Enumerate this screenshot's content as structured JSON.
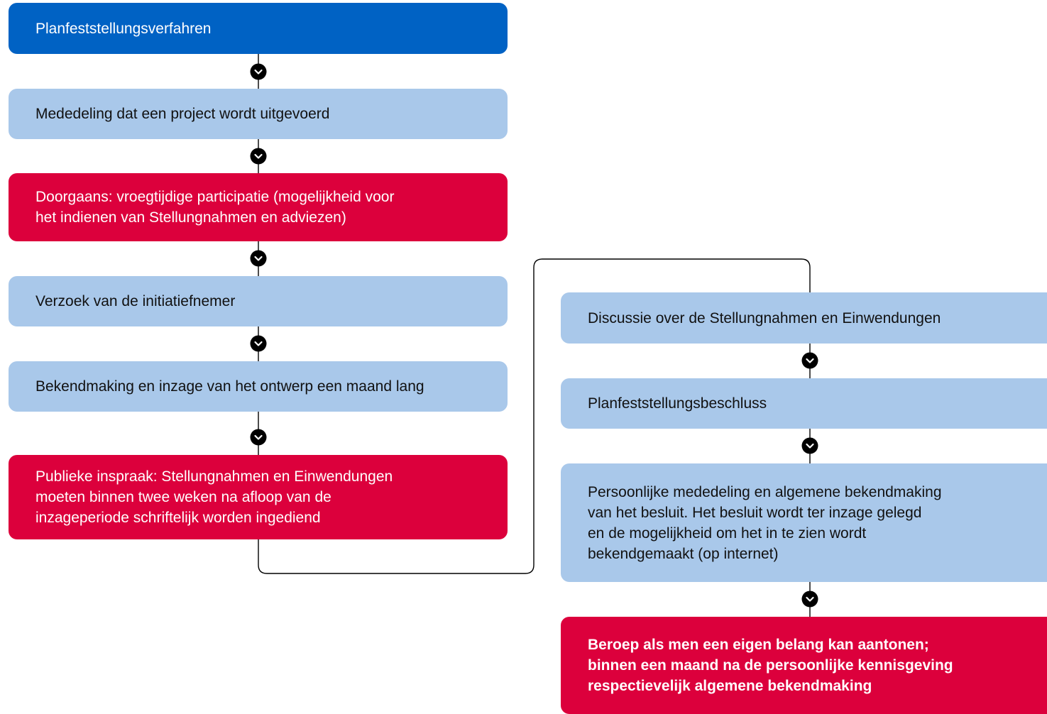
{
  "colors": {
    "header": "#0062c4",
    "step": "#a9c8ea",
    "alert": "#dc003c",
    "connector": "#000000"
  },
  "connector_icon": "chevron-down-icon",
  "steps": [
    {
      "id": "planfeststellungsverfahren",
      "text": "Planfeststellungsverfahren"
    },
    {
      "id": "mededeling",
      "text": "Mededeling dat een project wordt uitgevoerd"
    },
    {
      "id": "vroegtijdige-participatie",
      "text": "Doorgaans: vroegtijdige participatie (mogelijkheid voor\nhet indienen van Stellungnahmen en adviezen)"
    },
    {
      "id": "verzoek-initiatiefnemer",
      "text": "Verzoek van de initiatiefnemer"
    },
    {
      "id": "bekendmaking-inzage",
      "text": "Bekendmaking en inzage van het ontwerp een maand lang"
    },
    {
      "id": "publieke-inspraak",
      "text": "Publieke inspraak: Stellungnahmen en Einwendungen\nmoeten binnen twee weken na afloop van de\ninzageperiode schriftelijk worden ingediend"
    },
    {
      "id": "discussie",
      "text": "Discussie over de Stellungnahmen en Einwendungen"
    },
    {
      "id": "planfeststellungsbeschluss",
      "text": "Planfeststellungsbeschluss"
    },
    {
      "id": "persoonlijke-mededeling",
      "text": "Persoonlijke mededeling en algemene bekendmaking\nvan het besluit. Het besluit wordt ter inzage gelegd\nen de mogelijkheid om het in te zien wordt\nbekendgemaakt (op internet)"
    },
    {
      "id": "beroep",
      "text": "Beroep als men een eigen belang kan aantonen;\nbinnen een maand na de persoonlijke kennisgeving\nrespectievelijk algemene bekendmaking"
    }
  ]
}
